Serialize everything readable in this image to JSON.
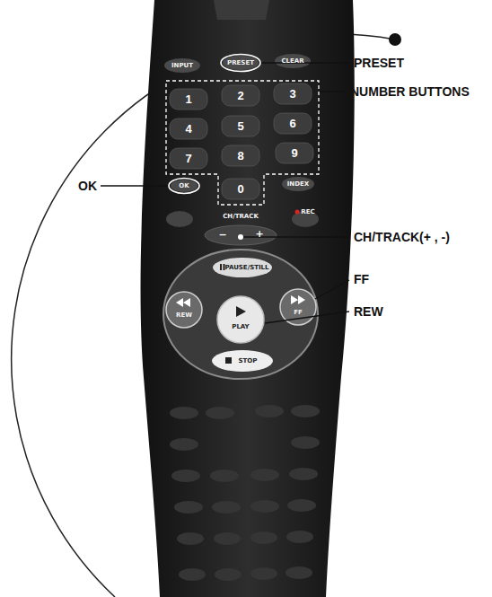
{
  "diagram": {
    "labels": [
      "PRESET",
      "NUMBER BUTTONS",
      "OK",
      "CH/TRACK(+ , -)",
      "FF",
      "REW",
      "INPUT",
      "PRESET",
      "CLEAR",
      "1",
      "2",
      "3",
      "4",
      "5",
      "6",
      "7",
      "8",
      "9",
      "OK",
      "0",
      "INDEX",
      "CH/TRACK",
      "REC",
      "−",
      "+",
      "PAUSE/STILL",
      "REW",
      "PLAY",
      "FF",
      "STOP"
    ]
  }
}
